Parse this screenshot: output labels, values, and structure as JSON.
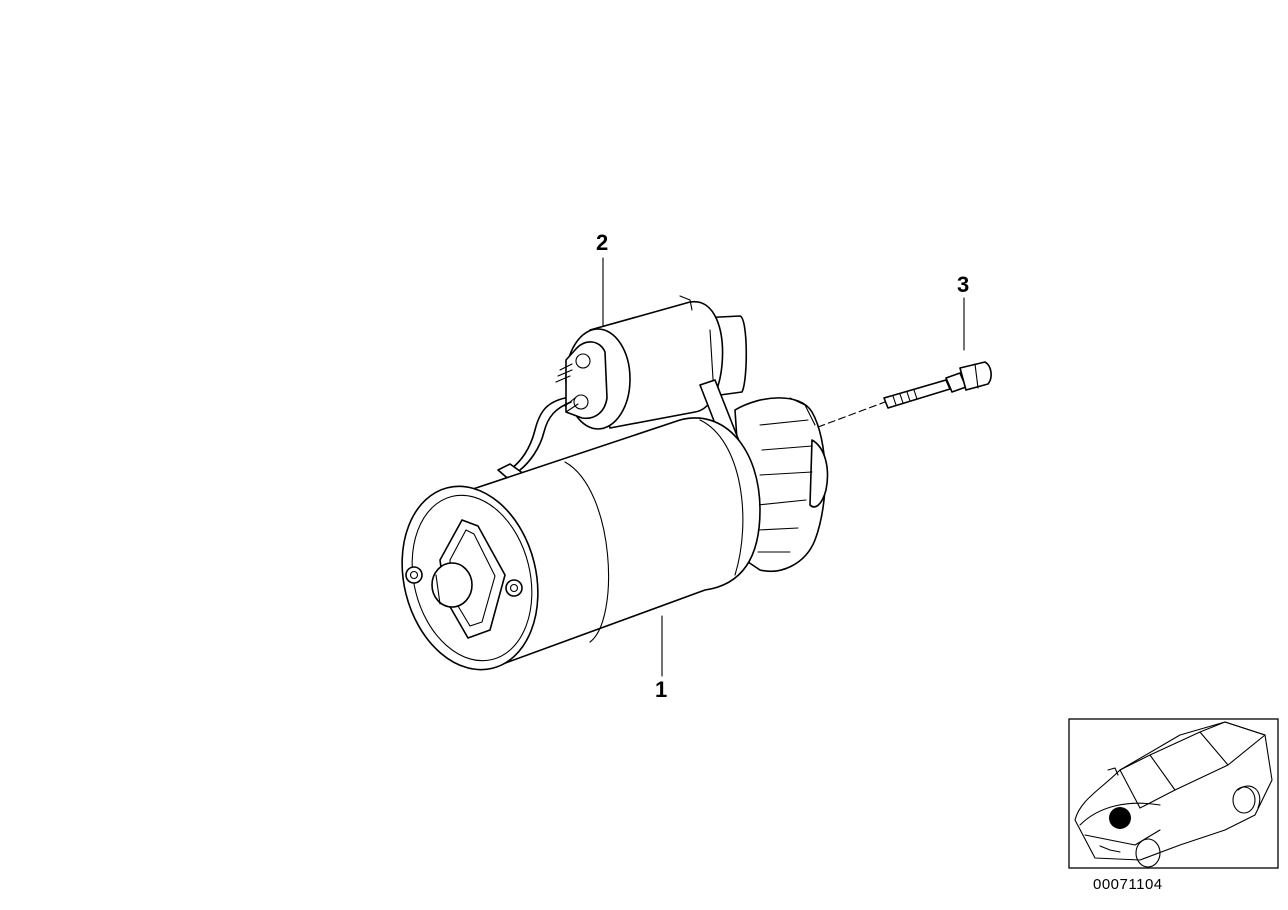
{
  "diagram": {
    "callouts": [
      {
        "id": "1",
        "label": "1"
      },
      {
        "id": "2",
        "label": "2"
      },
      {
        "id": "3",
        "label": "3"
      }
    ],
    "image_code": "00071104",
    "locator_marker_color": "#000000"
  }
}
